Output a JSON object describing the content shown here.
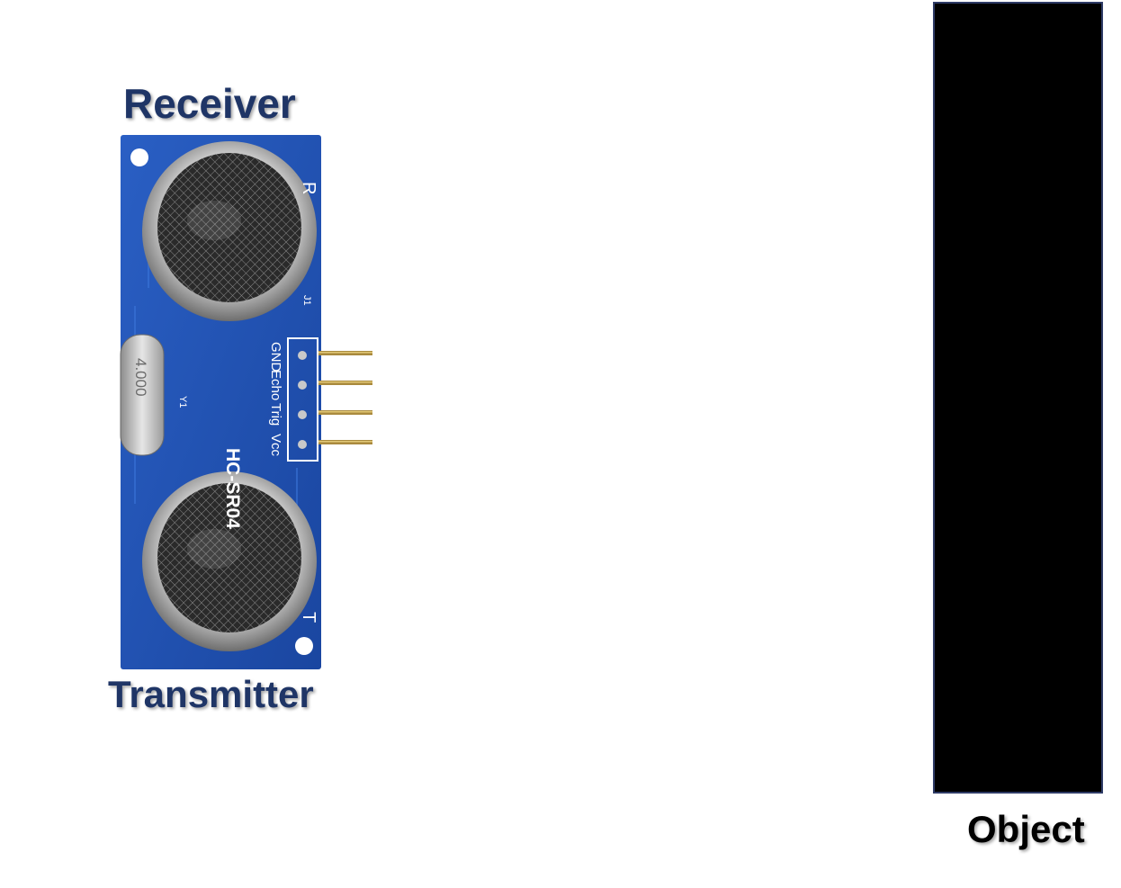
{
  "labels": {
    "receiver": "Receiver",
    "transmitter": "Transmitter",
    "object": "Object"
  },
  "sensor": {
    "model": "HC-SR04",
    "crystal": "4.000",
    "crystal_ref": "Y1",
    "connector_ref": "J1",
    "receiver_mark": "R",
    "transmitter_mark": "T",
    "pins": [
      "GND",
      "Echo",
      "Trig",
      "Vcc"
    ]
  },
  "colors": {
    "board": "#1d4fb0",
    "label_text": "#1f3566",
    "object": "#000000"
  }
}
